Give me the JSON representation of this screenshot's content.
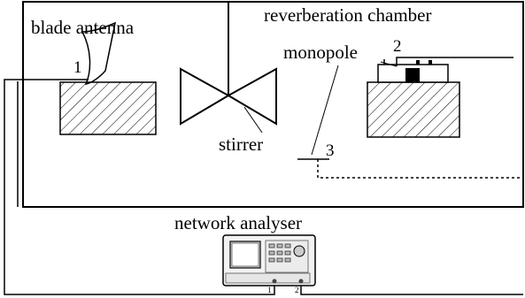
{
  "labels": {
    "chamber": "reverberation chamber",
    "blade": "blade antenna",
    "monopole": "monopole",
    "stirrer": "stirrer",
    "analyser": "network analyser",
    "marker1": "1",
    "marker2": "2",
    "marker3": "3",
    "port1": "1",
    "port2": "2"
  },
  "colors": {
    "line": "#000000",
    "background": "#ffffff"
  }
}
